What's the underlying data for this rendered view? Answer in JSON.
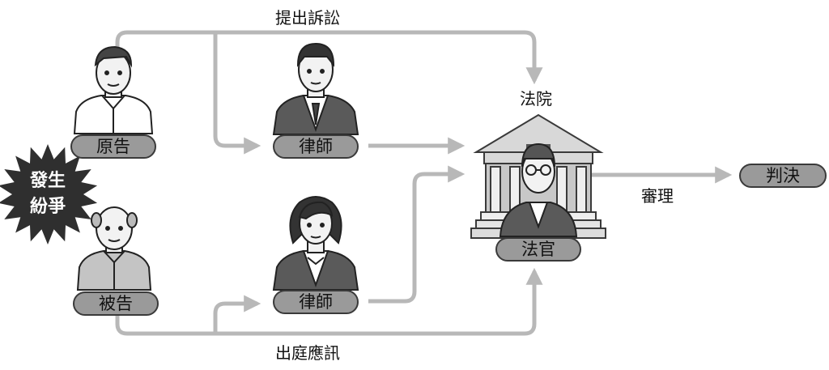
{
  "burst": {
    "line1": "發生",
    "line2": "紛爭"
  },
  "people": {
    "plaintiff": "原告",
    "defendant": "被告",
    "lawyer_top": "律師",
    "lawyer_bottom": "律師",
    "judge": "法官"
  },
  "court_label": "法院",
  "verdict": "判決",
  "flows": {
    "file_lawsuit": "提出訴訟",
    "appear_in_court": "出庭應訊",
    "trial": "審理"
  },
  "colors": {
    "arrow": "#b8b8b8",
    "pill": "#9a9a9a",
    "burst": "#2f2f2f",
    "outline": "#3a3a3a"
  }
}
